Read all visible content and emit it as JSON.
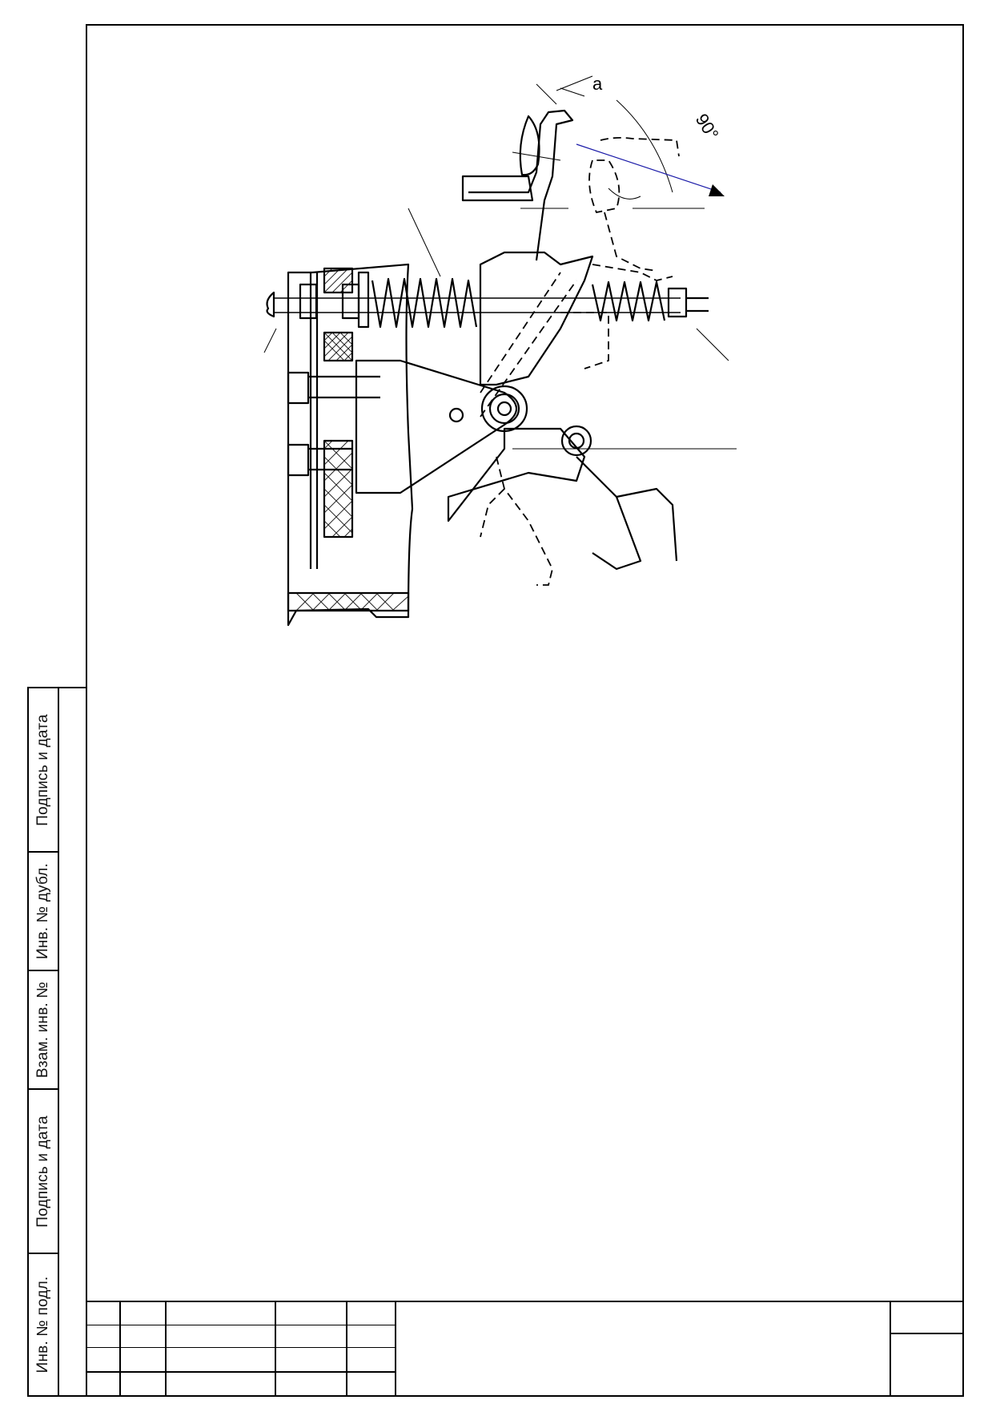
{
  "drawing": {
    "dimension_a": "a",
    "angle_label": "90°"
  },
  "sidebar": {
    "cells": [
      {
        "label": "Подпись и дата"
      },
      {
        "label": "Инв. № дубл."
      },
      {
        "label": "Взам. инв. №"
      },
      {
        "label": "Подпись и дата"
      },
      {
        "label": "Инв. № подл."
      }
    ]
  },
  "colors": {
    "line": "#000000",
    "dimension_accent": "#1a1aa8"
  }
}
